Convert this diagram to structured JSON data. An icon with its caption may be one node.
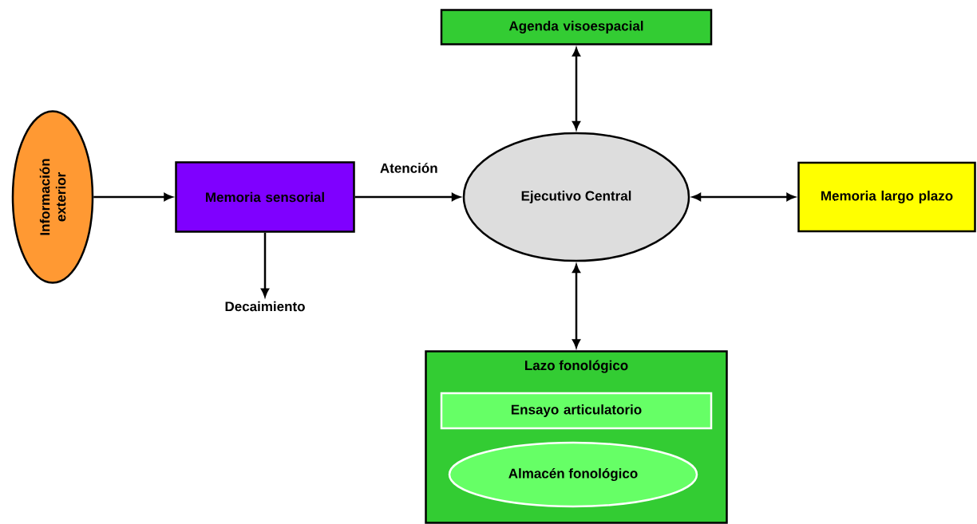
{
  "diagram": {
    "nodes": [
      {
        "text": [
          "Información exterior"
        ]
      },
      {
        "text": [
          "Memoria sensorial"
        ]
      },
      {
        "text": [
          "Decaimiento"
        ]
      },
      {
        "text": [
          "Ejecutivo Central"
        ]
      },
      {
        "text": [
          "Agenda visoespacial"
        ]
      },
      {
        "text": [
          "Memoria largo plazo"
        ]
      },
      {
        "text": [
          "Lazo fonológico"
        ]
      },
      {
        "text": [
          "Ensayo articulatorio"
        ],
        "in": 6
      },
      {
        "text": [
          "Almacén fonológico"
        ],
        "in": 6
      }
    ],
    "edges": [
      {
        "from": 0,
        "to": 1,
        "arrow": "to"
      },
      {
        "from": 1,
        "to": 3,
        "arrow": "to",
        "label": "Atención"
      },
      {
        "from": 1,
        "to": 2,
        "arrow": "to"
      },
      {
        "from": 3,
        "to": 4,
        "arrow": "both"
      },
      {
        "from": 3,
        "to": 5,
        "arrow": "both"
      },
      {
        "from": 3,
        "to": 6,
        "arrow": "both"
      }
    ]
  }
}
